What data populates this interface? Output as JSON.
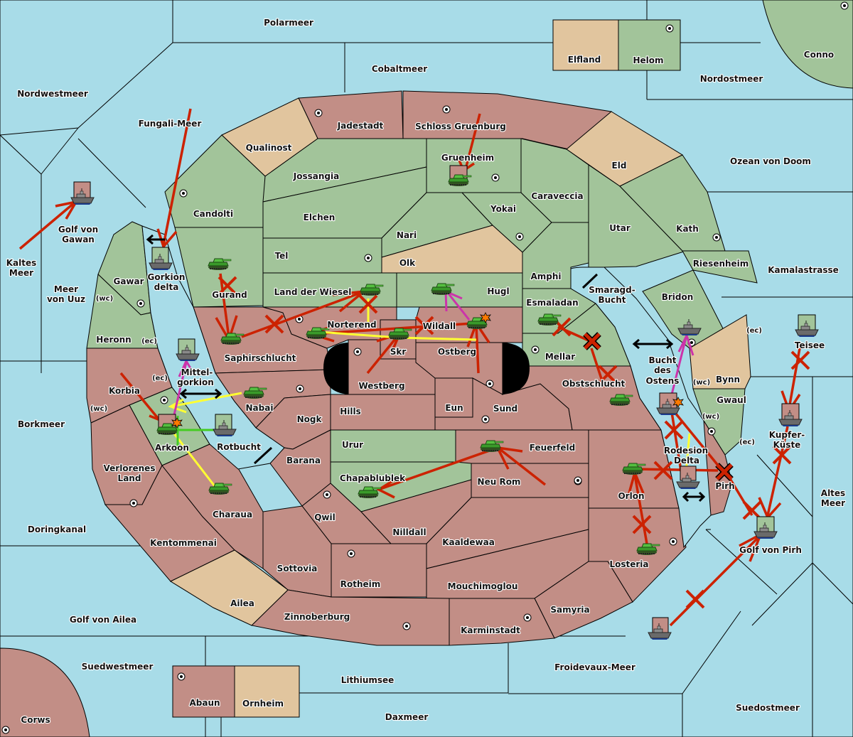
{
  "map": {
    "colors": {
      "sea": "#a8dce8",
      "power_red": "#c28e86",
      "power_green": "#a2c49a",
      "neutral": "#e1c59e",
      "order_move": "#cc2200",
      "order_support": "#ffff33",
      "order_convoy": "#cc33aa",
      "order_hold_support": "#44cc22",
      "retreat": "#000000"
    },
    "seas": [
      {
        "name": "Polarmeer"
      },
      {
        "name": "Cobaltmeer"
      },
      {
        "name": "Nordwestmeer"
      },
      {
        "name": "Fungali-Meer"
      },
      {
        "name": "Nordostmeer"
      },
      {
        "name": "Ozean von Doom"
      },
      {
        "name": "Kamalastrasse"
      },
      {
        "name": "Golf von Gawan"
      },
      {
        "name": "Kaltes Meer"
      },
      {
        "name": "Meer von Uuz"
      },
      {
        "name": "Gorkion delta"
      },
      {
        "name": "Mittel-gorkion"
      },
      {
        "name": "Rotbucht"
      },
      {
        "name": "Borkmeer"
      },
      {
        "name": "Doringkanal"
      },
      {
        "name": "Golf von Ailea"
      },
      {
        "name": "Suedwestmeer"
      },
      {
        "name": "Lithiumsee"
      },
      {
        "name": "Daxmeer"
      },
      {
        "name": "Froidevaux-Meer"
      },
      {
        "name": "Suedostmeer"
      },
      {
        "name": "Golf von Pirh"
      },
      {
        "name": "Altes Meer"
      },
      {
        "name": "Kupfer-Küste"
      },
      {
        "name": "Teisee"
      },
      {
        "name": "Bucht des Ostens"
      },
      {
        "name": "Smaragd-Bucht"
      },
      {
        "name": "Rodesion Delta"
      }
    ],
    "labels": [
      {
        "id": "polarmeer",
        "text": "Polarmeer"
      },
      {
        "id": "cobaltmeer",
        "text": "Cobaltmeer"
      },
      {
        "id": "nordwestmeer",
        "text": "Nordwestmeer"
      },
      {
        "id": "fungali",
        "text": "Fungali-Meer"
      },
      {
        "id": "elfland",
        "text": "Elfland"
      },
      {
        "id": "helom",
        "text": "Helom"
      },
      {
        "id": "conno",
        "text": "Conno"
      },
      {
        "id": "nordostmeer",
        "text": "Nordostmeer"
      },
      {
        "id": "jadestadt",
        "text": "Jadestadt"
      },
      {
        "id": "schloss",
        "text": "Schloss Gruenburg"
      },
      {
        "id": "qualinost",
        "text": "Qualinost"
      },
      {
        "id": "eld",
        "text": "Eld"
      },
      {
        "id": "ozean",
        "text": "Ozean von Doom"
      },
      {
        "id": "gruenheim",
        "text": "Gruenheim"
      },
      {
        "id": "jossangia",
        "text": "Jossangia"
      },
      {
        "id": "caraveccia",
        "text": "Caraveccia"
      },
      {
        "id": "candolti",
        "text": "Candolti"
      },
      {
        "id": "elchen",
        "text": "Elchen"
      },
      {
        "id": "yokai",
        "text": "Yokai"
      },
      {
        "id": "utar",
        "text": "Utar"
      },
      {
        "id": "kath",
        "text": "Kath"
      },
      {
        "id": "nari",
        "text": "Nari"
      },
      {
        "id": "golfgawan1",
        "text": "Golf von"
      },
      {
        "id": "golfgawan2",
        "text": "Gawan"
      },
      {
        "id": "tel",
        "text": "Tel"
      },
      {
        "id": "olk",
        "text": "Olk"
      },
      {
        "id": "riesenheim",
        "text": "Riesenheim"
      },
      {
        "id": "kaltes1",
        "text": "Kaltes"
      },
      {
        "id": "kaltes2",
        "text": "Meer"
      },
      {
        "id": "amphi",
        "text": "Amphi"
      },
      {
        "id": "kamalastrasse",
        "text": "Kamalastrasse"
      },
      {
        "id": "gorkion1",
        "text": "Gorkion"
      },
      {
        "id": "gorkion2",
        "text": "delta"
      },
      {
        "id": "gawar",
        "text": "Gawar"
      },
      {
        "id": "uuz1",
        "text": "Meer"
      },
      {
        "id": "uuz2",
        "text": "von Uuz"
      },
      {
        "id": "wiesel",
        "text": "Land der Wiesel"
      },
      {
        "id": "hugl",
        "text": "Hugl"
      },
      {
        "id": "gurand",
        "text": "Gurand"
      },
      {
        "id": "smaragd1",
        "text": "Smaragd-"
      },
      {
        "id": "smaragd2",
        "text": "Bucht"
      },
      {
        "id": "bridon",
        "text": "Bridon"
      },
      {
        "id": "esmaladan",
        "text": "Esmaladan"
      },
      {
        "id": "norterend",
        "text": "Norterend"
      },
      {
        "id": "wildall",
        "text": "Wildall"
      },
      {
        "id": "heronn",
        "text": "Heronn"
      },
      {
        "id": "teisee",
        "text": "Teisee"
      },
      {
        "id": "skr",
        "text": "Skr"
      },
      {
        "id": "ostberg",
        "text": "Ostberg"
      },
      {
        "id": "mellar",
        "text": "Mellar"
      },
      {
        "id": "saphir",
        "text": "Saphirschlucht"
      },
      {
        "id": "bucht1",
        "text": "Bucht"
      },
      {
        "id": "bucht2",
        "text": "des"
      },
      {
        "id": "bucht3",
        "text": "Ostens"
      },
      {
        "id": "mittel1",
        "text": "Mittel-"
      },
      {
        "id": "mittel2",
        "text": "gorkion"
      },
      {
        "id": "bynn",
        "text": "Bynn"
      },
      {
        "id": "westberg",
        "text": "Westberg"
      },
      {
        "id": "obst",
        "text": "Obstschlucht"
      },
      {
        "id": "korbia",
        "text": "Korbia"
      },
      {
        "id": "nabai",
        "text": "Nabai"
      },
      {
        "id": "gwaul",
        "text": "Gwaul"
      },
      {
        "id": "eun",
        "text": "Eun"
      },
      {
        "id": "sund",
        "text": "Sund"
      },
      {
        "id": "hills",
        "text": "Hills"
      },
      {
        "id": "nogk",
        "text": "Nogk"
      },
      {
        "id": "borkmeer",
        "text": "Borkmeer"
      },
      {
        "id": "kupfer1",
        "text": "Kupfer-"
      },
      {
        "id": "kupfer2",
        "text": "Küste"
      },
      {
        "id": "arkoon",
        "text": "Arkoon"
      },
      {
        "id": "rotbucht",
        "text": "Rotbucht"
      },
      {
        "id": "urur",
        "text": "Urur"
      },
      {
        "id": "feuerfeld",
        "text": "Feuerfeld"
      },
      {
        "id": "rodesion1",
        "text": "Rodesion"
      },
      {
        "id": "rodesion2",
        "text": "Delta"
      },
      {
        "id": "barana",
        "text": "Barana"
      },
      {
        "id": "verlorenes1",
        "text": "Verlorenes"
      },
      {
        "id": "verlorenes2",
        "text": "Land"
      },
      {
        "id": "chapa",
        "text": "Chapablublek"
      },
      {
        "id": "neurom",
        "text": "Neu Rom"
      },
      {
        "id": "pirh",
        "text": "Pirh"
      },
      {
        "id": "orlon",
        "text": "Orlon"
      },
      {
        "id": "altes1",
        "text": "Altes"
      },
      {
        "id": "altes2",
        "text": "Meer"
      },
      {
        "id": "charaua",
        "text": "Charaua"
      },
      {
        "id": "qwil",
        "text": "Qwil"
      },
      {
        "id": "doringkanal",
        "text": "Doringkanal"
      },
      {
        "id": "nilldall",
        "text": "Nilldall"
      },
      {
        "id": "kentommenai",
        "text": "Kentommenai"
      },
      {
        "id": "kaaldewaa",
        "text": "Kaaldewaa"
      },
      {
        "id": "golfpirh",
        "text": "Golf von Pirh"
      },
      {
        "id": "losteria",
        "text": "Losteria"
      },
      {
        "id": "sottovia",
        "text": "Sottovia"
      },
      {
        "id": "rotheim",
        "text": "Rotheim"
      },
      {
        "id": "mouchi",
        "text": "Mouchimoglou"
      },
      {
        "id": "ailea",
        "text": "Ailea"
      },
      {
        "id": "samyria",
        "text": "Samyria"
      },
      {
        "id": "golfailea",
        "text": "Golf von Ailea"
      },
      {
        "id": "zinnoberburg",
        "text": "Zinnoberburg"
      },
      {
        "id": "karminstadt",
        "text": "Karminstadt"
      },
      {
        "id": "suedwestmeer",
        "text": "Suedwestmeer"
      },
      {
        "id": "froidevaux",
        "text": "Froidevaux-Meer"
      },
      {
        "id": "lithiumsee",
        "text": "Lithiumsee"
      },
      {
        "id": "abaun",
        "text": "Abaun"
      },
      {
        "id": "ornheim",
        "text": "Ornheim"
      },
      {
        "id": "suedostmeer",
        "text": "Suedostmeer"
      },
      {
        "id": "daxmeer",
        "text": "Daxmeer"
      },
      {
        "id": "corws",
        "text": "Corws"
      }
    ],
    "coast_labels": {
      "wc": "(wc)",
      "ec": "(ec)"
    },
    "units": [
      {
        "type": "fleet",
        "location": "Golf von Gawan",
        "owner": "red"
      },
      {
        "type": "fleet",
        "location": "Gorkion delta",
        "owner": "green"
      },
      {
        "type": "fleet",
        "location": "Mittel-gorkion",
        "owner": "green"
      },
      {
        "type": "fleet",
        "location": "Rotbucht",
        "owner": "green"
      },
      {
        "type": "army",
        "location": "Gruenheim",
        "owner": "red",
        "dislodged": true
      },
      {
        "type": "army",
        "location": "Gurand",
        "owner": "green"
      },
      {
        "type": "army",
        "location": "Saphirschlucht",
        "owner": "green"
      },
      {
        "type": "army",
        "location": "Land der Wiesel",
        "owner": "green"
      },
      {
        "type": "army",
        "location": "Norterend",
        "owner": "green"
      },
      {
        "type": "army",
        "location": "Skr",
        "owner": "green"
      },
      {
        "type": "army",
        "location": "Wildall",
        "owner": "green"
      },
      {
        "type": "army",
        "location": "Hugl",
        "owner": "green"
      },
      {
        "type": "army",
        "location": "Esmaladan",
        "owner": "green"
      },
      {
        "type": "army",
        "location": "Obstschlucht",
        "owner": "green"
      },
      {
        "type": "army",
        "location": "Nabai",
        "owner": "green"
      },
      {
        "type": "army",
        "location": "Arkoon",
        "owner": "red",
        "dislodged": true
      },
      {
        "type": "army",
        "location": "Charaua",
        "owner": "green"
      },
      {
        "type": "army",
        "location": "Feuerfeld",
        "owner": "green"
      },
      {
        "type": "army",
        "location": "Chapablublek",
        "owner": "green"
      },
      {
        "type": "army",
        "location": "Orlon",
        "owner": "green"
      },
      {
        "type": "army",
        "location": "Losteria",
        "owner": "green"
      },
      {
        "type": "fleet",
        "location": "Bucht des Ostens",
        "owner": "green"
      },
      {
        "type": "fleet",
        "location": "Bucht des Ostens",
        "owner": "red",
        "dislodged": true
      },
      {
        "type": "fleet",
        "location": "Rodesion Delta",
        "owner": "green"
      },
      {
        "type": "fleet",
        "location": "Teisee",
        "owner": "green"
      },
      {
        "type": "fleet",
        "location": "Kupfer-Küste",
        "owner": "red"
      },
      {
        "type": "fleet",
        "location": "Golf von Pirh",
        "owner": "green"
      },
      {
        "type": "fleet",
        "location": "Froidevaux-Meer",
        "owner": "red"
      }
    ]
  }
}
